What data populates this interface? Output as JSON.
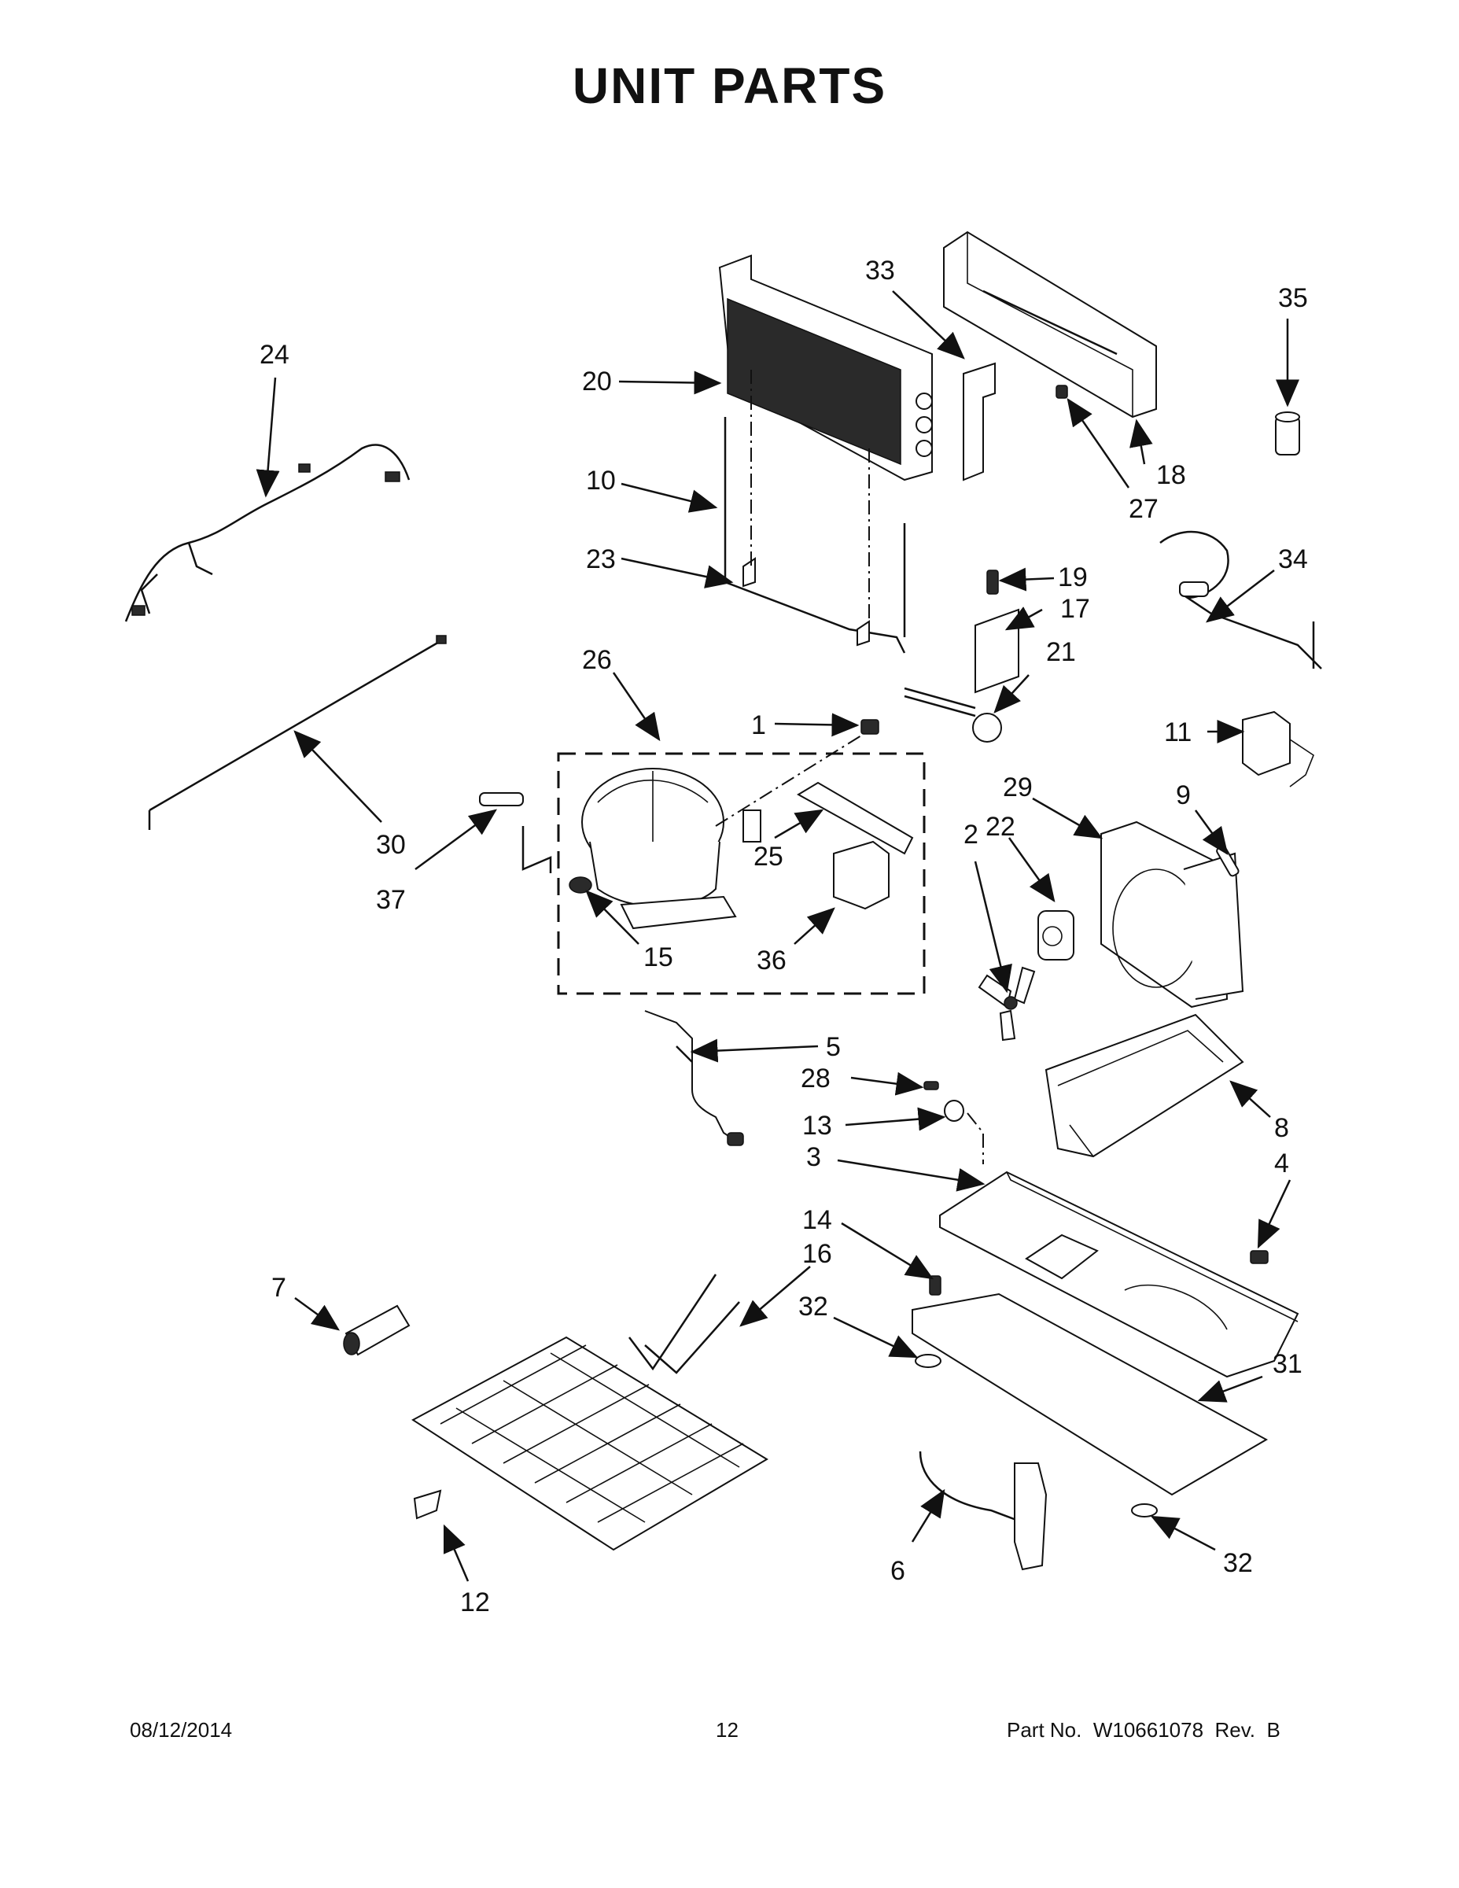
{
  "title": "UNIT PARTS",
  "callouts": [
    "1",
    "2",
    "3",
    "4",
    "5",
    "6",
    "7",
    "8",
    "9",
    "10",
    "11",
    "12",
    "13",
    "14",
    "15",
    "16",
    "17",
    "18",
    "19",
    "20",
    "21",
    "22",
    "23",
    "24",
    "25",
    "26",
    "27",
    "28",
    "29",
    "30",
    "31",
    "32",
    "33",
    "34",
    "35",
    "36",
    "37"
  ],
  "footer": {
    "date": "08/12/2014",
    "page": "12",
    "part_no": "Part No.  W10661078  Rev.  B"
  }
}
